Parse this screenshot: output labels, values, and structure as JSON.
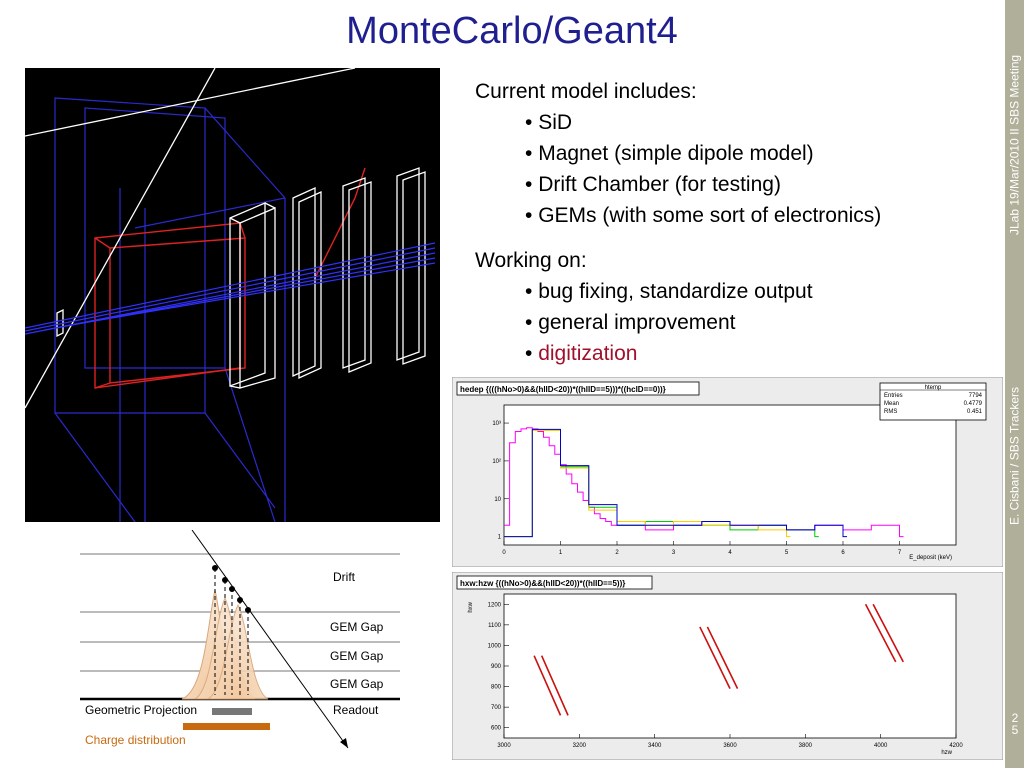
{
  "title": "MonteCarlo/Geant4",
  "sidebar": {
    "top_text": "JLab 19/Mar/2010 II SBS Meeting",
    "bottom_text": "E. Cisbani / SBS Trackers",
    "slide_number_line1": "2",
    "slide_number_line2": "5"
  },
  "current": {
    "heading": "Current model includes:",
    "items": [
      "SiD",
      "Magnet (simple dipole model)",
      "Drift Chamber (for testing)",
      "GEMs (with some sort of electronics)"
    ]
  },
  "working": {
    "heading": "Working on:",
    "items": [
      "bug fixing, standardize output",
      "general improvement",
      "digitization"
    ]
  },
  "bullet": "•",
  "gem_diagram": {
    "labels": [
      "Drift",
      "GEM Gap",
      "GEM Gap",
      "GEM Gap",
      "Readout"
    ],
    "geometric_projection": "Geometric Projection",
    "charge_distribution": "Charge distribution"
  },
  "colors": {
    "title": "#1f1f8f",
    "sidebar": "#b0b09a",
    "highlight": "#a0102a"
  },
  "chart_data": [
    {
      "type": "line",
      "title": "hedep {(((hNo>0)&&(hlID<20))*((hlID==5)))*((hclD==0))}",
      "xlabel": "E_deposit (keV)",
      "ylabel": "",
      "x_ticks": [
        "0",
        "1",
        "2",
        "3",
        "4",
        "5",
        "6",
        "7"
      ],
      "y_ticks": [
        "1",
        "10",
        "10²",
        "10³"
      ],
      "xlim": [
        0,
        8
      ],
      "log_y": true,
      "stats_box": {
        "name": "htemp",
        "rows": [
          [
            "Entries",
            "7794"
          ],
          [
            "Mean",
            "0.4779"
          ],
          [
            "RMS",
            "0.451"
          ]
        ]
      },
      "series": [
        {
          "color": "#ff00ff",
          "x": [
            0,
            0.1,
            0.2,
            0.3,
            0.4,
            0.5,
            0.6,
            0.7,
            0.8,
            0.9,
            1.0,
            1.1,
            1.2,
            1.3,
            1.4,
            1.5,
            1.6,
            1.7,
            1.8,
            1.9,
            2.0,
            2.5,
            3.0,
            3.5,
            4.0,
            4.5,
            5.0,
            5.5,
            6.0,
            6.5,
            7.0
          ],
          "y": [
            2,
            300,
            600,
            700,
            750,
            700,
            600,
            420,
            250,
            150,
            80,
            45,
            25,
            15,
            9,
            6,
            4,
            3,
            2.5,
            2,
            2,
            1.5,
            2,
            2.5,
            2,
            2,
            1.5,
            2,
            1.5,
            2,
            1
          ]
        },
        {
          "color": "#00cc00",
          "x": [
            0,
            0.5,
            1.0,
            1.5,
            2.0,
            2.5,
            3.0,
            3.5,
            4.0,
            4.5,
            5.0,
            5.5
          ],
          "y": [
            1,
            650,
            70,
            6,
            2,
            2.5,
            2,
            2,
            1.5,
            2,
            1.5,
            1
          ]
        },
        {
          "color": "#ffcc00",
          "x": [
            0,
            0.5,
            1.0,
            1.5,
            2.0,
            2.5,
            3.0,
            3.5,
            4.0,
            4.5,
            5.0
          ],
          "y": [
            1,
            640,
            65,
            5,
            2.5,
            2,
            2.5,
            2,
            2,
            1.5,
            1
          ]
        },
        {
          "color": "#0000cc",
          "x": [
            0,
            0.5,
            1.0,
            1.5,
            2.0,
            2.5,
            3.0,
            3.5,
            4.0,
            4.5,
            5.0,
            5.5,
            6.0
          ],
          "y": [
            1,
            680,
            75,
            7,
            2,
            2,
            2,
            2.5,
            2,
            2,
            1.5,
            2,
            1
          ]
        }
      ]
    },
    {
      "type": "scatter",
      "title": "hxw:hzw {((hNo>0)&&(hlID<20))*((hlID==5))}",
      "xlabel": "hzw",
      "ylabel": "hxw",
      "x_ticks": [
        "3000",
        "3200",
        "3400",
        "3600",
        "3800",
        "4000",
        "4200"
      ],
      "y_ticks": [
        "600",
        "700",
        "800",
        "900",
        "1000",
        "1100",
        "1200"
      ],
      "xlim": [
        3000,
        4200
      ],
      "ylim": [
        550,
        1250
      ],
      "segments": [
        [
          [
            3080,
            950
          ],
          [
            3150,
            660
          ]
        ],
        [
          [
            3100,
            950
          ],
          [
            3170,
            660
          ]
        ],
        [
          [
            3520,
            1090
          ],
          [
            3600,
            790
          ]
        ],
        [
          [
            3540,
            1090
          ],
          [
            3620,
            790
          ]
        ],
        [
          [
            3960,
            1200
          ],
          [
            4040,
            920
          ]
        ],
        [
          [
            3980,
            1200
          ],
          [
            4060,
            920
          ]
        ]
      ]
    }
  ]
}
